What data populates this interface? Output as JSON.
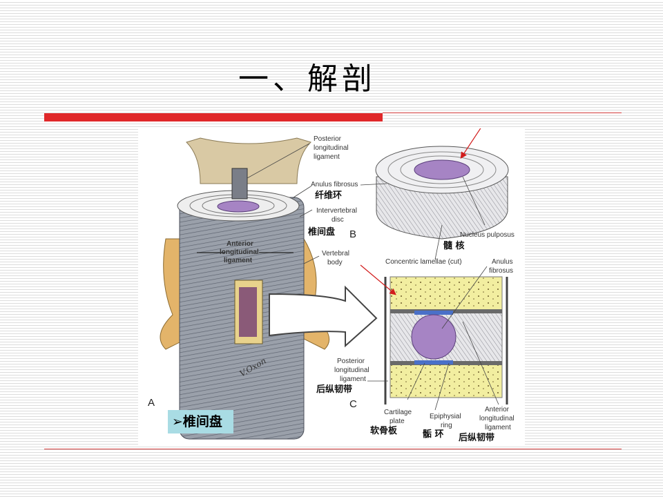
{
  "slide": {
    "title": "一、解剖"
  },
  "figure": {
    "panels": {
      "a": "A",
      "b": "B",
      "c": "C"
    },
    "labels_en": {
      "posterior_longitudinal_ligament": [
        "Posterior",
        "longitudinal",
        "ligament"
      ],
      "anulus_fibrosus_b": "Anulus fibrosus",
      "intervertebral_disc": [
        "Intervertebral",
        "disc"
      ],
      "anterior_longitudinal_ligament_a": [
        "Anterior",
        "longitudinal",
        "ligament"
      ],
      "vertebral_body": [
        "Vertebral",
        "body"
      ],
      "nucleus_pulposus": "Nucleus pulposus",
      "concentric_lamellae": "Concentric lamellae (cut)",
      "anulus_fibrosus_c": [
        "Anulus",
        "fibrosus"
      ],
      "posterior_longitudinal_ligament_c": [
        "Posterior",
        "longitudinal",
        "ligament"
      ],
      "cartilage_plate": [
        "Cartilage",
        "plate"
      ],
      "epiphysial_ring": [
        "Epiphysial",
        "ring"
      ],
      "anterior_longitudinal_ligament_c": [
        "Anterior",
        "longitudinal",
        "ligament"
      ],
      "signature": "V.Oxon"
    },
    "labels_cn": {
      "anulus_fibrosus": "纤维环",
      "intervertebral_disc": "椎间盘",
      "nucleus_pulposus": "髓 核",
      "posterior_longitudinal_ligament": "后纵韧带",
      "cartilage_plate": "软骨板",
      "epiphysial_ring": "骺 环",
      "anterior_longitudinal_ligament": "后纵韧带"
    },
    "caption": "➢椎间盘"
  },
  "colors": {
    "accent_red": "#e0282a",
    "caption_bg": "#a9dce4",
    "vertebra_yellow": "#f2eea0",
    "nucleus_purple": "#a684c4"
  }
}
